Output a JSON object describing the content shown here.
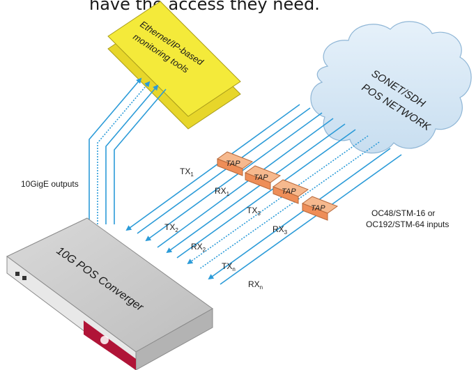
{
  "header_text": "have the access they need.",
  "monitoring_box": {
    "line1": "Ethernet/IP-based",
    "line2": "monitoring tools",
    "color": "#f4ea3a"
  },
  "cloud": {
    "line1": "SONET/SDH",
    "line2": "POS NETWORK",
    "color": "#d8eaf6"
  },
  "converger": {
    "label": "10G POS Converger",
    "accent": "#b01437"
  },
  "tap_label": "TAP",
  "tap_color": "#f3a36f",
  "line_color": "#2b9bd8",
  "labels": {
    "outputs": "10GigE outputs",
    "inputs_line1": "OC48/STM-16 or",
    "inputs_line2": "OC192/STM-64 inputs",
    "tx1_main": "TX",
    "tx1_sub": "1",
    "rx1_main": "RX",
    "rx1_sub": "1",
    "tx2_main": "TX",
    "tx2_sub": "2",
    "rx2_main": "RX",
    "rx2_sub": "2",
    "tx3_main": "TX",
    "tx3_sub": "3",
    "rx3_main": "RX",
    "rx3_sub": "3",
    "txn_main": "TX",
    "txn_sub": "n",
    "rxn_main": "RX",
    "rxn_sub": "n"
  }
}
